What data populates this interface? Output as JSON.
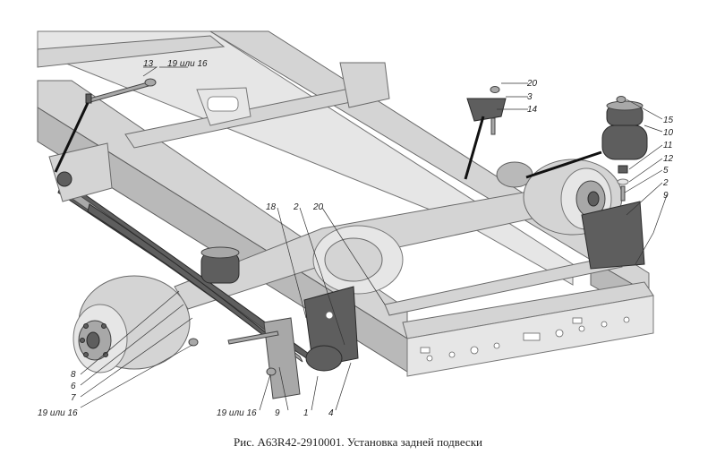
{
  "caption": "Рис. A63R42-2910001. Установка задней подвески",
  "labels": [
    {
      "id": "l13",
      "text": "13"
    },
    {
      "id": "l19a",
      "text": "19 или 16"
    },
    {
      "id": "l20a",
      "text": "20"
    },
    {
      "id": "l3",
      "text": "3"
    },
    {
      "id": "l14",
      "text": "14"
    },
    {
      "id": "l15",
      "text": "15"
    },
    {
      "id": "l10",
      "text": "10"
    },
    {
      "id": "l11",
      "text": "11"
    },
    {
      "id": "l12",
      "text": "12"
    },
    {
      "id": "l5",
      "text": "5"
    },
    {
      "id": "l2a",
      "text": "2"
    },
    {
      "id": "l9a",
      "text": "9"
    },
    {
      "id": "l18",
      "text": "18"
    },
    {
      "id": "l2b",
      "text": "2"
    },
    {
      "id": "l20b",
      "text": "20"
    },
    {
      "id": "l8",
      "text": "8"
    },
    {
      "id": "l6",
      "text": "6"
    },
    {
      "id": "l7",
      "text": "7"
    },
    {
      "id": "l19b",
      "text": "19 или 16"
    },
    {
      "id": "l19c",
      "text": "19 или 16"
    },
    {
      "id": "l9b",
      "text": "9"
    },
    {
      "id": "l1",
      "text": "1"
    },
    {
      "id": "l4",
      "text": "4"
    }
  ]
}
